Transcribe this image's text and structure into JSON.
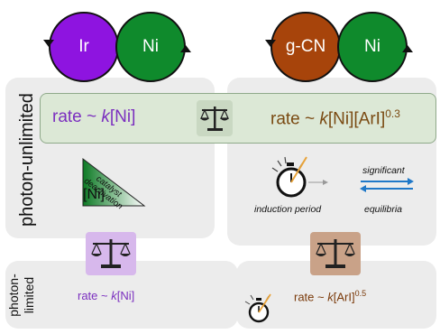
{
  "top": {
    "left_pair": {
      "a": "Ir",
      "b": "Ni",
      "a_color": "#8e14e0",
      "b_color": "#0f8a2c"
    },
    "right_pair": {
      "a": "g-CN",
      "b": "Ni",
      "a_color": "#a7440b",
      "b_color": "#0f8a2c"
    }
  },
  "photon_unlimited": {
    "label": "photon-unlimited",
    "left_rate": {
      "prefix": "rate ~ ",
      "k": "k",
      "rest": "[Ni]",
      "color": "#7b2fbf"
    },
    "right_rate": {
      "prefix": "rate ~ ",
      "k": "k",
      "rest": "[Ni][ArI]",
      "exp": "0.3",
      "color": "#7a4a12"
    },
    "catalyst": {
      "line1": "catalyst",
      "line2": "deactivation",
      "species": "[Ni]"
    },
    "induction": "induction period",
    "significant": "significant",
    "equilibria": "equilibria"
  },
  "photon_limited": {
    "label_line1": "photon-",
    "label_line2": "limited",
    "left_rate": {
      "prefix": "rate ~ ",
      "k": "k",
      "rest": "[Ni]",
      "color": "#7b2fbf"
    },
    "right_rate": {
      "prefix": "rate ~ ",
      "k": "k",
      "rest": "[ArI]",
      "exp": "0.5",
      "color": "#7a3a0a"
    }
  },
  "colors": {
    "band": "#dce8d6",
    "purple_box": "#d7b8ec",
    "brown_box": "#c9a288",
    "arrow_blue": "#1f78c8",
    "timer_orange": "#e8a33a"
  },
  "icons": [
    "scale-icon",
    "stopwatch-icon",
    "equilibrium-arrows-icon"
  ]
}
